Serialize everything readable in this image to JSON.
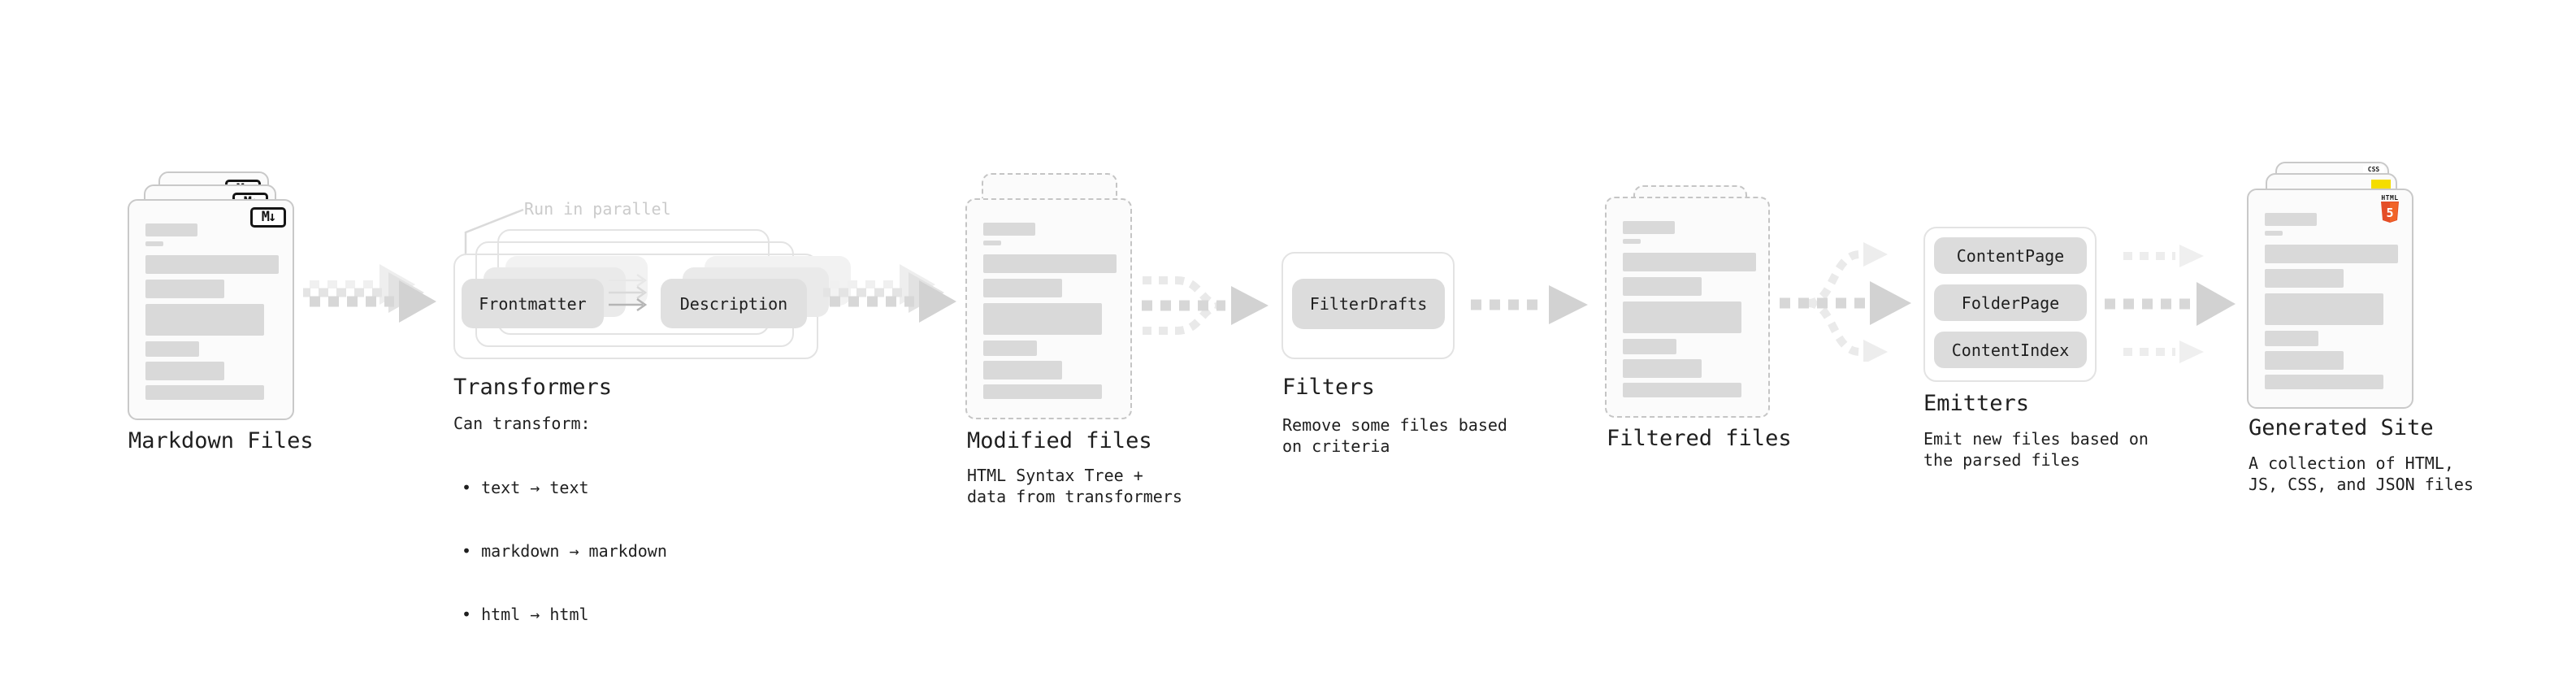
{
  "diagram": {
    "stages": {
      "markdown_files": {
        "title": "Markdown Files",
        "badge": "M↓"
      },
      "transformers": {
        "title": "Transformers",
        "note": "Run in parallel",
        "frontmatter_button": "Frontmatter",
        "description_button": "Description",
        "caption": "Can transform:",
        "bullets": [
          "text → text",
          "markdown → markdown",
          "html → html"
        ]
      },
      "modified_files": {
        "title": "Modified files",
        "desc1": "HTML Syntax Tree +",
        "desc2": "data from transformers"
      },
      "filters": {
        "title": "Filters",
        "button": "FilterDrafts",
        "desc1": "Remove some files based",
        "desc2": "on criteria"
      },
      "filtered_files": {
        "title": "Filtered files"
      },
      "emitters": {
        "title": "Emitters",
        "buttons": [
          "ContentPage",
          "FolderPage",
          "ContentIndex"
        ],
        "desc1": "Emit new files based on",
        "desc2": "the parsed files"
      },
      "generated_site": {
        "title": "Generated Site",
        "desc1": "A collection of HTML,",
        "desc2": "JS, CSS, and JSON files",
        "html_badge_label": "HTML",
        "html_badge_number": "5",
        "css_badge_label": "CSS"
      }
    },
    "colors": {
      "html5_orange_dark": "#e44d26",
      "html5_orange_light": "#f16529",
      "js_yellow": "#f5dd00",
      "css_blue": "#2965f1",
      "placeholder_bar_gray": "#d9d9d9",
      "arrow_gray": "#d2d2d2",
      "note_gray": "#cbcbcb"
    }
  }
}
